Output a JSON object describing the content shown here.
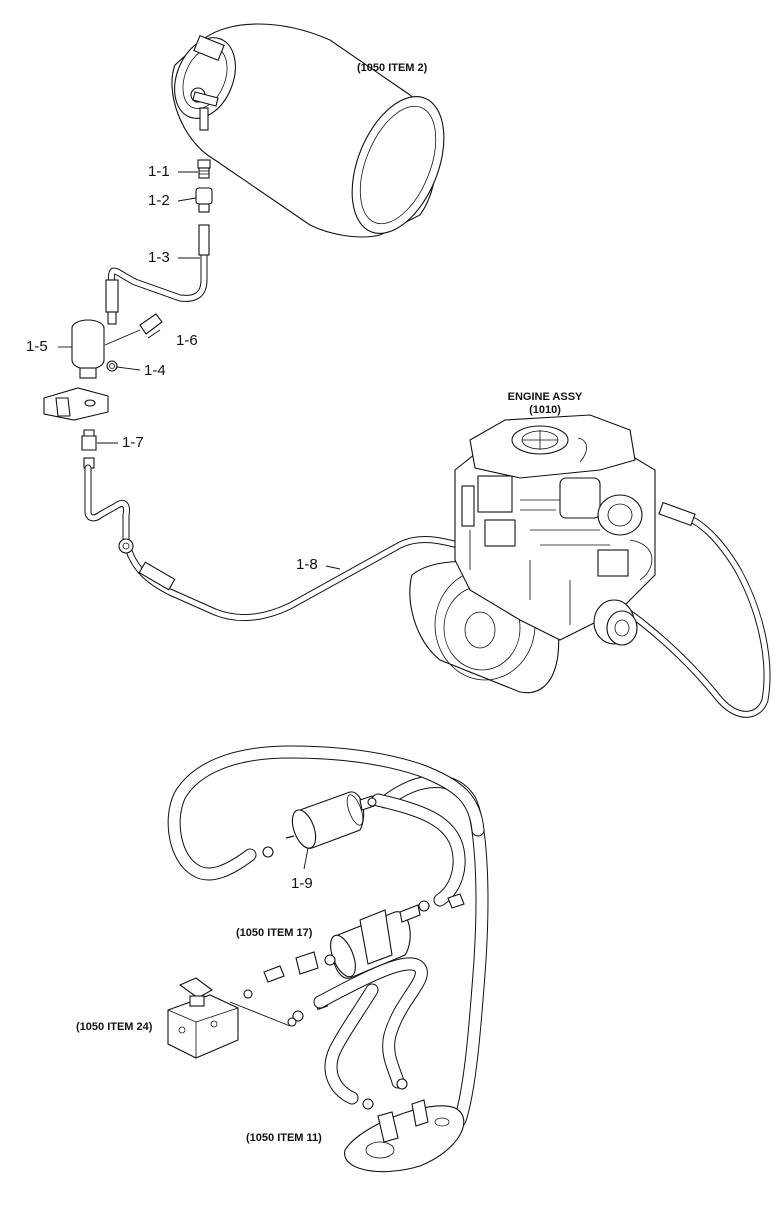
{
  "labels": {
    "tank_ref": "(1050 ITEM 2)",
    "engine_title": "ENGINE ASSY",
    "engine_ref": "(1010)",
    "item_17": "(1050 ITEM 17)",
    "item_24": "(1050 ITEM 24)",
    "item_11": "(1050 ITEM 11)"
  },
  "callouts": {
    "c1_1": "1-1",
    "c1_2": "1-2",
    "c1_3": "1-3",
    "c1_4": "1-4",
    "c1_5": "1-5",
    "c1_6": "1-6",
    "c1_7": "1-7",
    "c1_8": "1-8",
    "c1_9": "1-9"
  }
}
